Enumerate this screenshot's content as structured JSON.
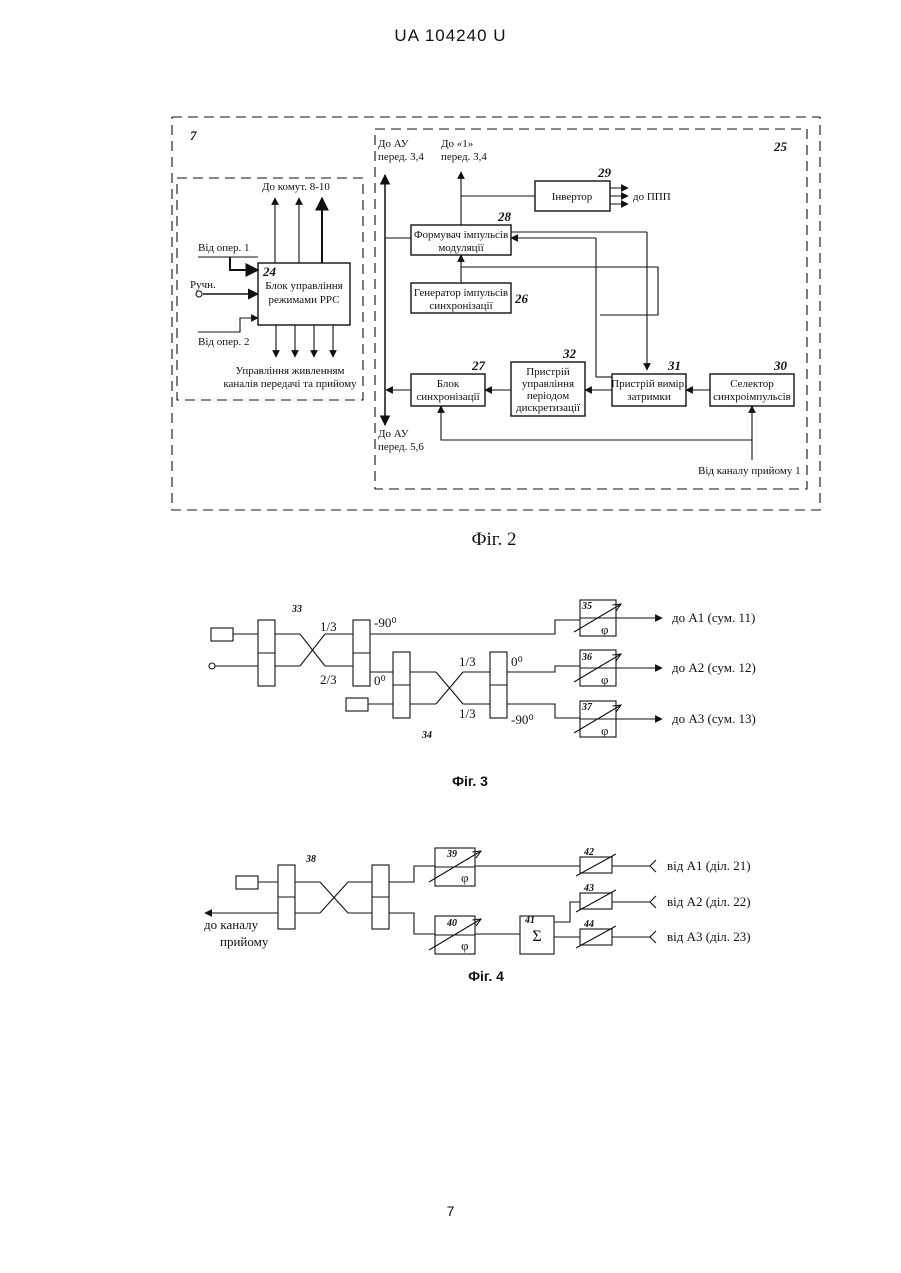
{
  "header": {
    "doc_id": "UA   104240   U"
  },
  "page_number": "7",
  "fig2": {
    "caption": "Фіг. 2",
    "outer_num": "7",
    "inner_num": "25",
    "block24": {
      "num": "24",
      "line1": "Блок управління",
      "line2": "режимами РРС"
    },
    "label_do_komut": "До комут. 8-10",
    "label_vid_oper1": "Від опер. 1",
    "label_ruchn": "Ручн.",
    "label_vid_oper2": "Від опер. 2",
    "label_upr_line1": "Управління живленням",
    "label_upr_line2": "каналів передачі та прийому",
    "label_do_au_top1": "До АУ",
    "label_do_au_top2": "перед. 3,4",
    "label_do_1_top1": "До «1»",
    "label_do_1_top2": "перед. 3,4",
    "label_do_au_bot1": "До АУ",
    "label_do_au_bot2": "перед. 5,6",
    "block29": {
      "num": "29",
      "text": "Інвертор"
    },
    "label_do_ppp": "до ППП",
    "block28": {
      "num": "28",
      "line1": "Формувач імпульсів",
      "line2": "модуляції"
    },
    "block26": {
      "num": "26",
      "line1": "Генератор імпульсів",
      "line2": "синхронізації"
    },
    "block27": {
      "num": "27",
      "line1": "Блок",
      "line2": "синхронізації"
    },
    "block32": {
      "num": "32",
      "line1": "Пристрій",
      "line2": "управління",
      "line3": "періодом",
      "line4": "дискретизації"
    },
    "block31": {
      "num": "31",
      "line1": "Пристрій вимір.",
      "line2": "затримки"
    },
    "block30": {
      "num": "30",
      "line1": "Селектор",
      "line2": "синхроімпульсів"
    },
    "label_vid_kanalu": "Від каналу прийому 1"
  },
  "fig3": {
    "caption": "Фіг. 3",
    "num33": "33",
    "num34": "34",
    "num35": "35",
    "num36": "36",
    "num37": "37",
    "r13a": "1/3",
    "r23": "2/3",
    "r13b": "1/3",
    "r13c": "1/3",
    "ph_m90a": "-90⁰",
    "ph_0a": "0⁰",
    "ph_0b": "0⁰",
    "ph_m90b": "-90⁰",
    "phi": "φ",
    "out1": "до А1 (сум. 11)",
    "out2": "до А2 (сум. 12)",
    "out3": "до А3 (сум. 13)"
  },
  "fig4": {
    "caption": "Фіг. 4",
    "num38": "38",
    "num39": "39",
    "num40": "40",
    "num41": "41",
    "num42": "42",
    "num43": "43",
    "num44": "44",
    "phi": "φ",
    "sigma": "Σ",
    "do_kanalu1": "до каналу",
    "do_kanalu2": "прийому",
    "in1": "від А1 (діл. 21)",
    "in2": "від А2 (діл. 22)",
    "in3": "від А3 (діл. 23)"
  }
}
